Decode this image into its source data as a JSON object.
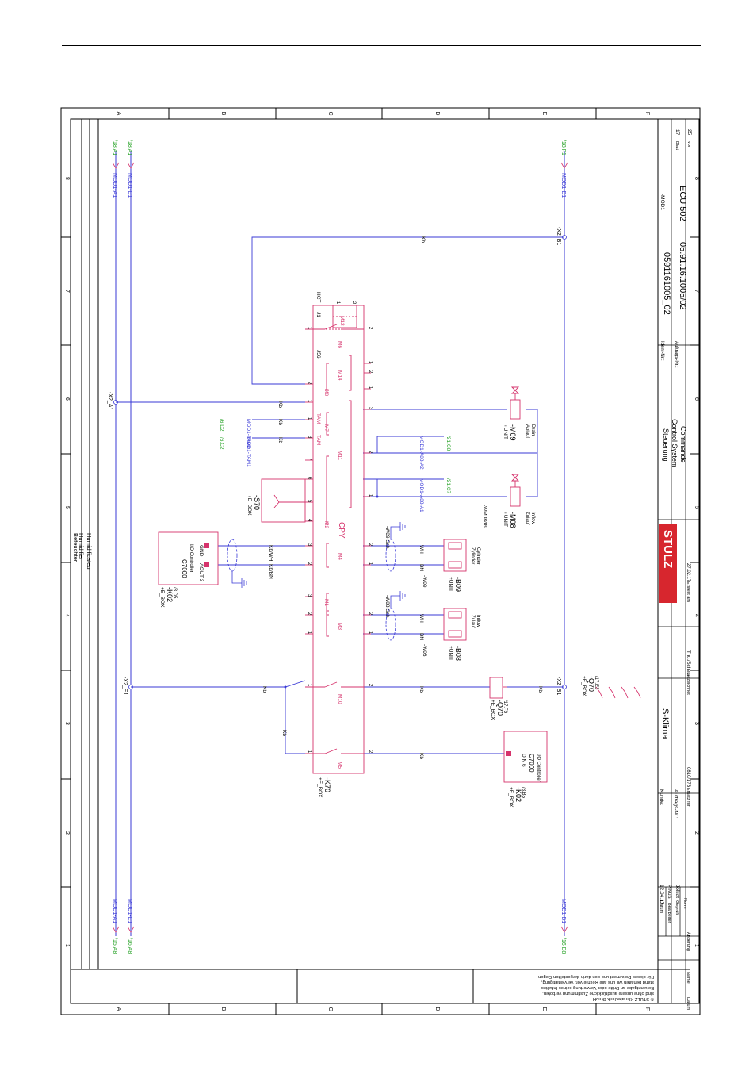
{
  "grid": {
    "letters": [
      "A",
      "B",
      "C",
      "D",
      "E",
      "F"
    ],
    "numbers": [
      "1",
      "2",
      "3",
      "4",
      "5",
      "6",
      "7",
      "8"
    ]
  },
  "header": {
    "section_en": "Humidifier",
    "section_de": "Befeuchter",
    "section_fr": "Humidificateur"
  },
  "references": {
    "top_a1": "/18.A1",
    "top_e1": "/18.A1",
    "top_b1": "/18.F1",
    "bottom_a8": "/15.A8",
    "bottom_e8": "/16.A8",
    "bottom_b8": "/16.E8",
    "wire_a1": "MOD1-A1",
    "wire_e1": "MOD1-E1",
    "wire_b1": "MOD1-B1"
  },
  "terminals": {
    "x2_a1": "-X2_A1",
    "x2_e1": "-X2_E1",
    "x2_b1_top": "-X2_B1",
    "x2_b1_bottom": "-X2_B1"
  },
  "devices": {
    "k70_loc": "+E_BOX",
    "k70_tag": "-K70",
    "k02_top_loc": "+E_BOX",
    "k02_top_tag": "-K02",
    "k02_top_ref": "/8.D5",
    "k02_top_model": "C7000",
    "k02_top_desc": "I/O Controller",
    "k02_aout3": "AOUT 3",
    "k02_gnd": "GND",
    "k02_bottom_loc": "+E_BOX",
    "k02_bottom_tag": "-K02",
    "k02_bottom_ref": "/8.B5",
    "k02_bottom_model": "C7000",
    "k02_bottom_din": "DIN 6",
    "k02_bottom_desc": "I/O Controller",
    "s70_loc": "+E_BOX",
    "s70_tag": "-S70",
    "cpy": "CPY",
    "q70_loc": "+E_BOX",
    "q70_tag": "-Q70",
    "q70_ref": "/17.F3",
    "q70_cont_loc": "+E_BOX",
    "q70_cont_tag": "-Q70",
    "q70_cont_ref": "/17.E3",
    "b08_loc": "+UNIT",
    "b08_tag": "-B08",
    "b08_desc_de": "Zulauf",
    "b08_desc_en": "Inflow",
    "b09_loc": "+UNIT",
    "b09_tag": "-B09",
    "b09_desc_de": "Zylinder",
    "b09_desc_en": "Cylinder",
    "m08_loc": "+UNIT",
    "m08_tag": "-M08",
    "m08_desc_de": "Zulauf",
    "m08_desc_en": "Inflow",
    "m09_loc": "+UNIT",
    "m09_tag": "-M09",
    "m09_desc_de": "Ablauf",
    "m09_desc_en": "Drain"
  },
  "module_labels": [
    "M5",
    "M10",
    "M3",
    "M1",
    "M4",
    "M2",
    "M11",
    "M7",
    "M8",
    "M14",
    "M6",
    "M12",
    "J56",
    "J1",
    "HCT",
    "TAM",
    "TAM"
  ],
  "wires": {
    "kb": "Kb",
    "kbwh": "Kb/WH",
    "kbbn": "Kb/BN",
    "wh": "WH",
    "bn": "BN",
    "w08": "-W08",
    "w09": "-W09",
    "wesh": "-W08 Sch",
    "wesh2": "-W09 Sch",
    "mod1_tam1": "MOD1-TAM1",
    "mod1_tam2": "MOD1-TAM2",
    "ref_tam1": "/6.C2",
    "ref_tam2": "/6.D2",
    "mod1_a08_a1": "MOD1-A08-A1",
    "mod1_a08_a2": "MOD1-A08-A2",
    "ref_c7": "/21.C7",
    "ref_c8": "/21.C8",
    "wm08_09": "-WM08/09"
  },
  "title_block": {
    "brand": "STULZ",
    "customer_label": "Kunde:",
    "customer": "S-Klima",
    "order_label": "Auftrags-Nr.:",
    "title_de": "Steuerung",
    "title_en": "Control System",
    "title_fr": "Commande",
    "ident_label": "Ident-Nr.:",
    "ident": "0591161005_02",
    "order2_label": "Auftrags-Nr.:",
    "order2": "05.91.16.1005/02",
    "product": "ECU 502",
    "module": "-MOD1",
    "sheet_label": "Blatt",
    "sheet": "17",
    "of_label": "von",
    "of": "25",
    "date_label": "Datum",
    "date": "12.04.17",
    "drawn_label": "Bearbeiter",
    "drawn": "P.Nuß",
    "checked_label": "Geprüft",
    "checked": "Jolkot",
    "norm_label": "Norm",
    "created_label": "Erstellt am",
    "created": "27.02.17",
    "drawing_label": "Gezeichnet",
    "drawing": "Tho./Schem.",
    "replace_label": "Ersatz für",
    "replace": "0810/173",
    "change_label": "Änderung",
    "name_label": "Name",
    "date2_label": "Datum"
  },
  "copyright": {
    "line1": "Für dieses Dokument und den darin dargestellten Gegen-",
    "line2": "stand behalten wir uns alle Rechte vor. Vervielfältigung,",
    "line3": "Bekanntgabe an Dritte oder Verwertung seines Inhaltes",
    "line4": "sind ohne unsere ausdrückliche Zustimmung verboten.",
    "line5": "© STULZ Klimatechnik GmbH"
  }
}
